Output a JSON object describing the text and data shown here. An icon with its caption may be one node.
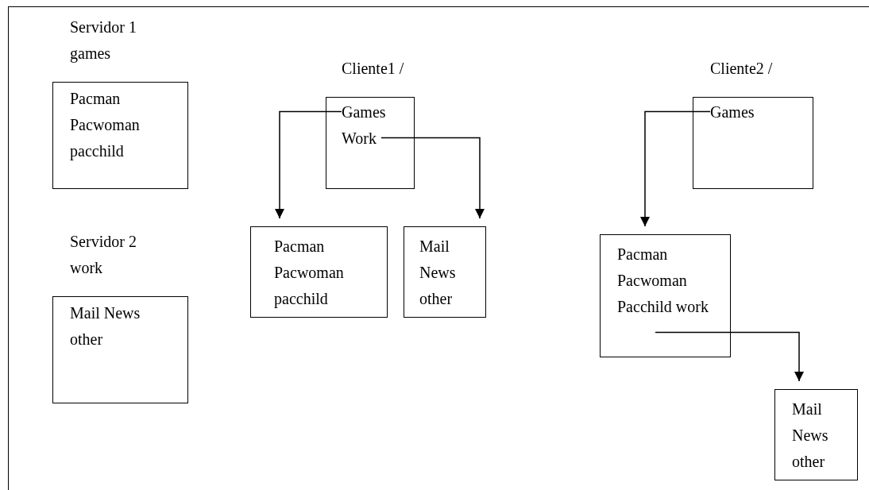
{
  "diagram": {
    "nodes": [
      {
        "text": [
          "Servidor 1 games",
          "Pacman Pacwoman pacchild"
        ]
      },
      {
        "text": [
          "Servidor 2 work",
          "Mail News other"
        ]
      },
      {
        "text": [
          "Cliente1 /",
          "Games Work"
        ]
      },
      {
        "text": [
          "Pacman Pacwoman pacchild"
        ]
      },
      {
        "text": [
          "Mail News other"
        ]
      },
      {
        "text": [
          "Cliente2 /",
          "Games"
        ]
      },
      {
        "text": [
          "Pacman Pacwoman Pacchild work"
        ]
      },
      {
        "text": [
          "Mail News other"
        ]
      }
    ],
    "edges": [
      {
        "from": 2,
        "to": 3,
        "arrow": "to"
      },
      {
        "from": 2,
        "to": 4,
        "arrow": "to"
      },
      {
        "from": 5,
        "to": 6,
        "arrow": "to"
      },
      {
        "from": 6,
        "to": 7,
        "arrow": "to"
      }
    ]
  }
}
